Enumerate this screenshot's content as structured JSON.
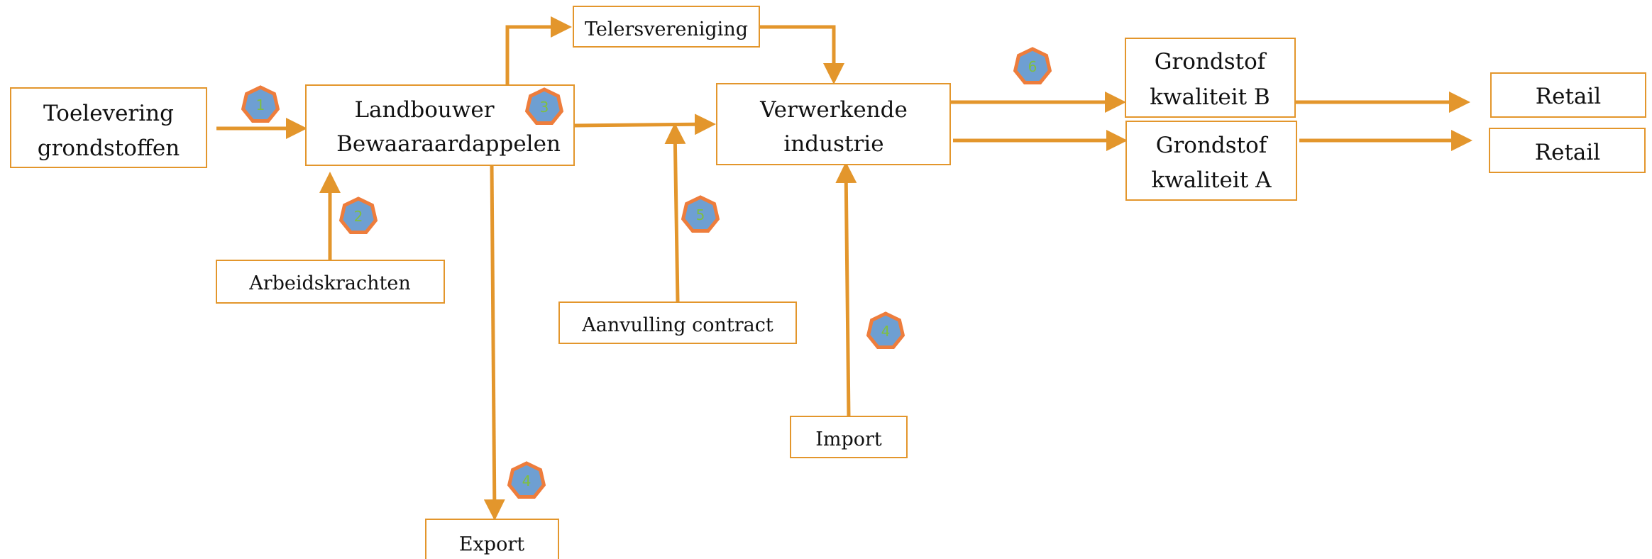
{
  "colors": {
    "border": "#e3962c",
    "arrow": "#e3962c",
    "badge_fill": "#6e9fd2",
    "badge_stroke": "#ee7d3c",
    "badge_text": "#7fbf3f",
    "text": "#111111",
    "background": "#ffffff"
  },
  "nodes": {
    "toelevering": {
      "line1": "Toelevering",
      "line2": "grondstoffen"
    },
    "landbouwer": {
      "line1": "Landbouwer",
      "line2": "Bewaaraardappelen"
    },
    "telersvereniging": {
      "label": "Telersvereniging"
    },
    "arbeidskrachten": {
      "label": "Arbeidskrachten"
    },
    "aanvulling": {
      "label": "Aanvulling contract"
    },
    "verwerkende": {
      "line1": "Verwerkende",
      "line2": "industrie"
    },
    "import": {
      "label": "Import"
    },
    "export": {
      "label": "Export"
    },
    "grondstof_b": {
      "line1": "Grondstof",
      "line2": "kwaliteit B"
    },
    "grondstof_a": {
      "line1": "Grondstof",
      "line2": "kwaliteit A"
    },
    "retail_top": {
      "label": "Retail"
    },
    "retail_bottom": {
      "label": "Retail"
    }
  },
  "badges": {
    "b1": "1",
    "b2": "2",
    "b3": "3",
    "b4": "4",
    "b5": "5",
    "b6": "6",
    "b7": "4"
  }
}
